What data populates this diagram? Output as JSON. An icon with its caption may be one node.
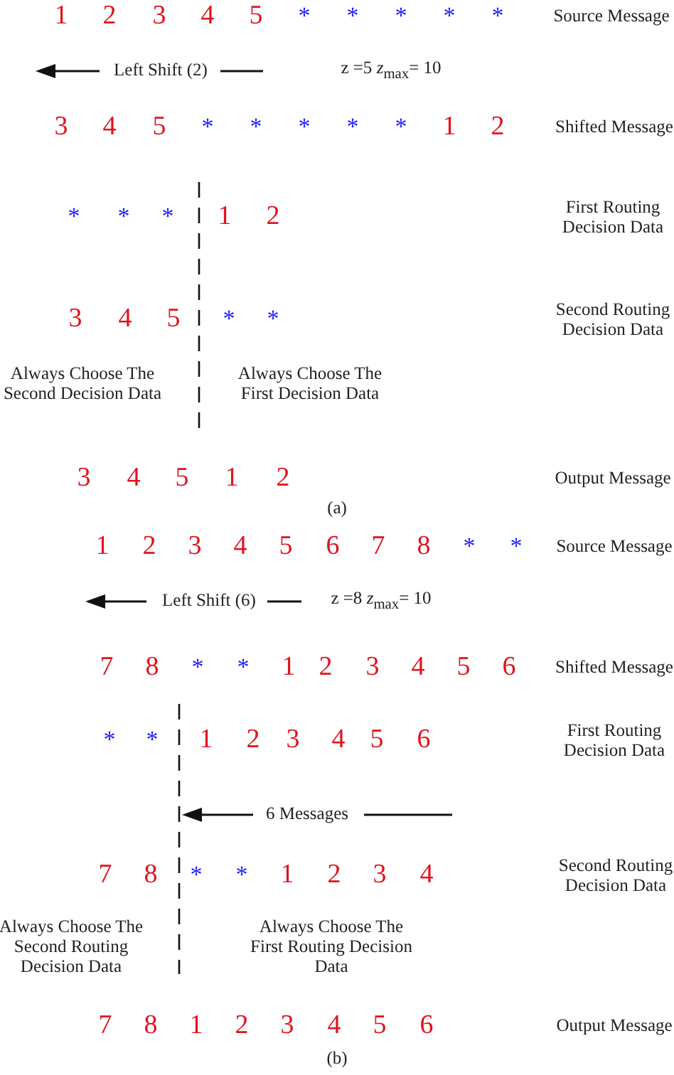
{
  "diagram": {
    "labels": [
      "1",
      "2",
      "3",
      "4",
      "5",
      "*",
      "*",
      "*",
      "*",
      "*",
      "Source Message",
      "Left Shift (2)",
      "z =5  *z*$_{max}$= 10",
      "3",
      "4",
      "5",
      "*",
      "*",
      "*",
      "*",
      "*",
      "1",
      "2",
      "Shifted Message",
      "*",
      "*",
      "*",
      "1",
      "2",
      "First Routing Decision Data",
      "3",
      "4",
      "5",
      "*",
      "*",
      "Second Routing Decision Data",
      "Always Choose The Second Decision Data",
      "Always Choose The First Decision Data",
      "3",
      "4",
      "5",
      "1",
      "2",
      "Output Message",
      "(a)",
      "1",
      "2",
      "3",
      "4",
      "5",
      "6",
      "7",
      "8",
      "*",
      "*",
      "Source Message",
      "Left Shift (6)",
      "z =8  *z*$_{max}$= 10",
      "7",
      "8",
      "*",
      "*",
      "1",
      "2",
      "3",
      "4",
      "5",
      "6",
      "Shifted Message",
      "*",
      "*",
      "1",
      "2",
      "3",
      "4",
      "5",
      "6",
      "First Routing Decision Data",
      "6 Messages",
      "7",
      "8",
      "*",
      "*",
      "1",
      "2",
      "3",
      "4",
      "Second Routing Decision Data",
      "Always Choose The Second Routing Decision Data",
      "Always Choose The First Routing Decision Data",
      "7",
      "8",
      "1",
      "2",
      "3",
      "4",
      "5",
      "6",
      "Output Message",
      "(b)"
    ]
  }
}
